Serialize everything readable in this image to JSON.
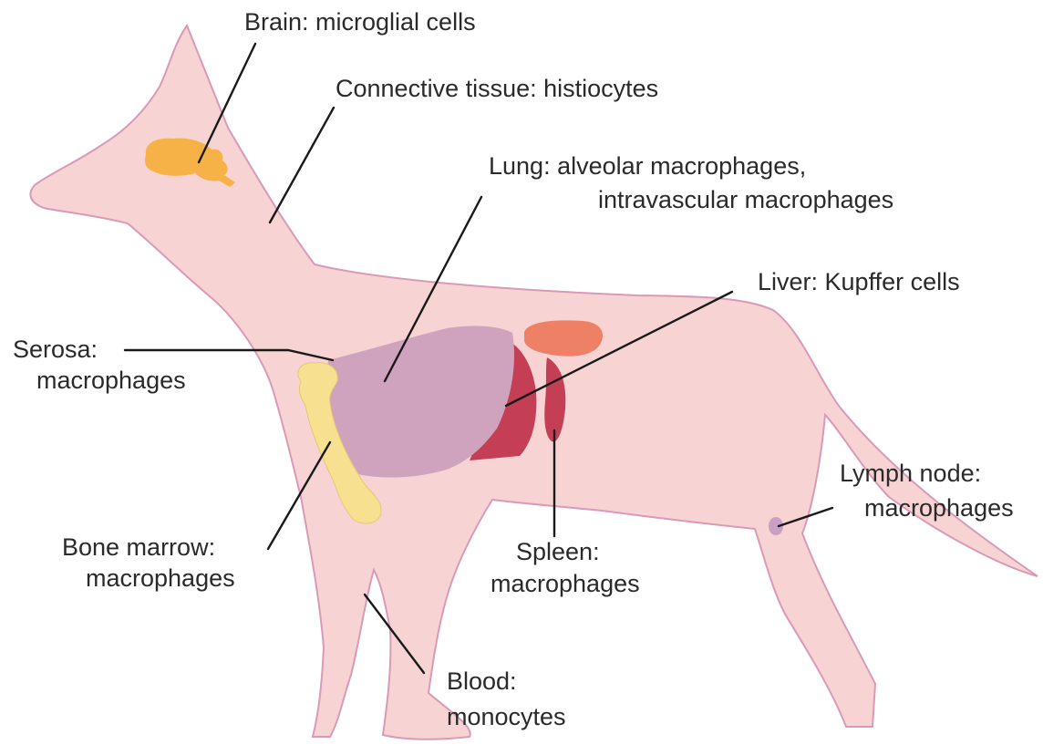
{
  "diagram": {
    "colors": {
      "body_fill": "#f7d3d3",
      "body_outline": "#d99ab8",
      "brain": "#f7b247",
      "lung": "#cfa3bd",
      "liver": "#c43f55",
      "kidney_organ": "#ee8066",
      "spleen": "#c43f55",
      "bone": "#f8e091",
      "lymph_node": "#c9a0c4",
      "leader_line": "#1a1a1a",
      "text": "#2a2a2a"
    },
    "labels": {
      "brain": "Brain: microglial cells",
      "connective_tissue": "Connective tissue: histiocytes",
      "lung_line1": "Lung: alveolar macrophages,",
      "lung_line2": "intravascular macrophages",
      "liver": "Liver: Kupffer cells",
      "serosa_line1": "Serosa:",
      "serosa_line2": "macrophages",
      "bone_marrow_line1": "Bone marrow:",
      "bone_marrow_line2": "macrophages",
      "spleen_line1": "Spleen:",
      "spleen_line2": "macrophages",
      "lymph_node_line1": "Lymph node:",
      "lymph_node_line2": "macrophages",
      "blood_line1": "Blood:",
      "blood_line2": "monocytes"
    }
  }
}
